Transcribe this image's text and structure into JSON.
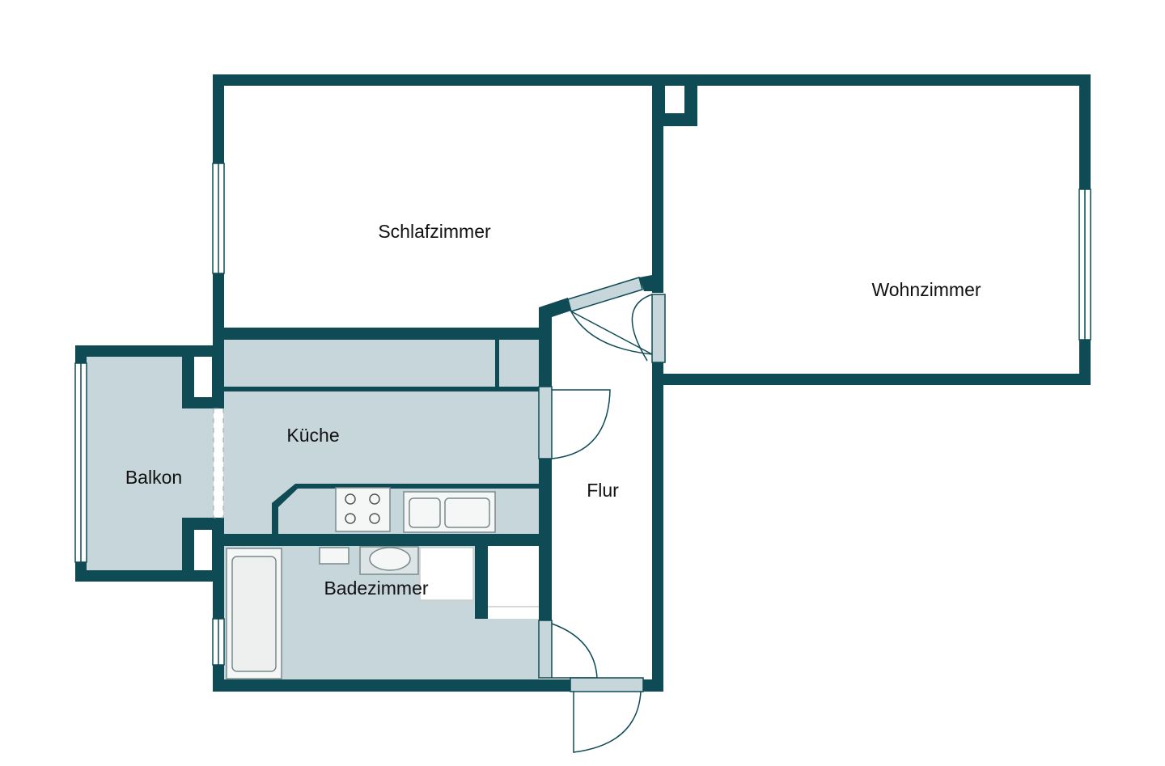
{
  "floorplan": {
    "rooms": [
      {
        "id": "schlafzimmer",
        "label": "Schlafzimmer"
      },
      {
        "id": "wohnzimmer",
        "label": "Wohnzimmer"
      },
      {
        "id": "kueche",
        "label": "Küche"
      },
      {
        "id": "balkon",
        "label": "Balkon"
      },
      {
        "id": "flur",
        "label": "Flur"
      },
      {
        "id": "badezimmer",
        "label": "Badezimmer"
      }
    ],
    "colors": {
      "wall": "#0e4b55",
      "floor_tiled": "#c7d6da",
      "floor_plain": "#ffffff",
      "fixture": "#f2f4f4",
      "door_leaf": "#c7d6da"
    }
  }
}
